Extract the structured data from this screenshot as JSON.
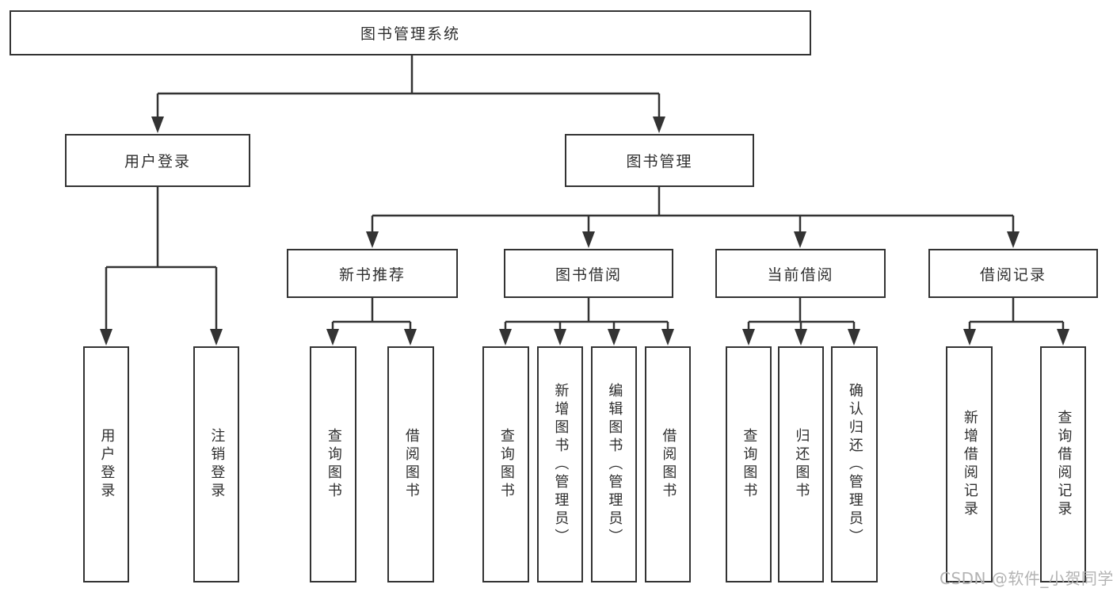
{
  "nodes": {
    "root": "图书管理系统",
    "user_login": "用户登录",
    "book_mgmt": "图书管理",
    "new_book_rec": "新书推荐",
    "book_borrow": "图书借阅",
    "current_borrow": "当前借阅",
    "borrow_records": "借阅记录",
    "leaf_user_login": "用户登录",
    "leaf_logout": "注销登录",
    "leaf_nbr_query": "查询图书",
    "leaf_nbr_borrow": "借阅图书",
    "leaf_bb_query": "查询图书",
    "leaf_bb_add": "新增图书（管理员）",
    "leaf_bb_edit": "编辑图书（管理员）",
    "leaf_bb_borrow": "借阅图书",
    "leaf_cb_query": "查询图书",
    "leaf_cb_return": "归还图书",
    "leaf_cb_confirm": "确认归还（管理员）",
    "leaf_br_add": "新增借阅记录",
    "leaf_br_query": "查询借阅记录"
  },
  "tree": {
    "label": "图书管理系统",
    "children": [
      {
        "label": "用户登录",
        "children": [
          {
            "label": "用户登录"
          },
          {
            "label": "注销登录"
          }
        ]
      },
      {
        "label": "图书管理",
        "children": [
          {
            "label": "新书推荐",
            "children": [
              {
                "label": "查询图书"
              },
              {
                "label": "借阅图书"
              }
            ]
          },
          {
            "label": "图书借阅",
            "children": [
              {
                "label": "查询图书"
              },
              {
                "label": "新增图书（管理员）"
              },
              {
                "label": "编辑图书（管理员）"
              },
              {
                "label": "借阅图书"
              }
            ]
          },
          {
            "label": "当前借阅",
            "children": [
              {
                "label": "查询图书"
              },
              {
                "label": "归还图书"
              },
              {
                "label": "确认归还（管理员）"
              }
            ]
          },
          {
            "label": "借阅记录",
            "children": [
              {
                "label": "新增借阅记录"
              },
              {
                "label": "查询借阅记录"
              }
            ]
          }
        ]
      }
    ]
  },
  "watermark": "CSDN @软件_小贺同学",
  "colors": {
    "line": "#333333",
    "box_background": "#ffffff",
    "text": "#2f2f2f",
    "watermark": "#b3b3b3",
    "page_background": "#ffffff"
  }
}
